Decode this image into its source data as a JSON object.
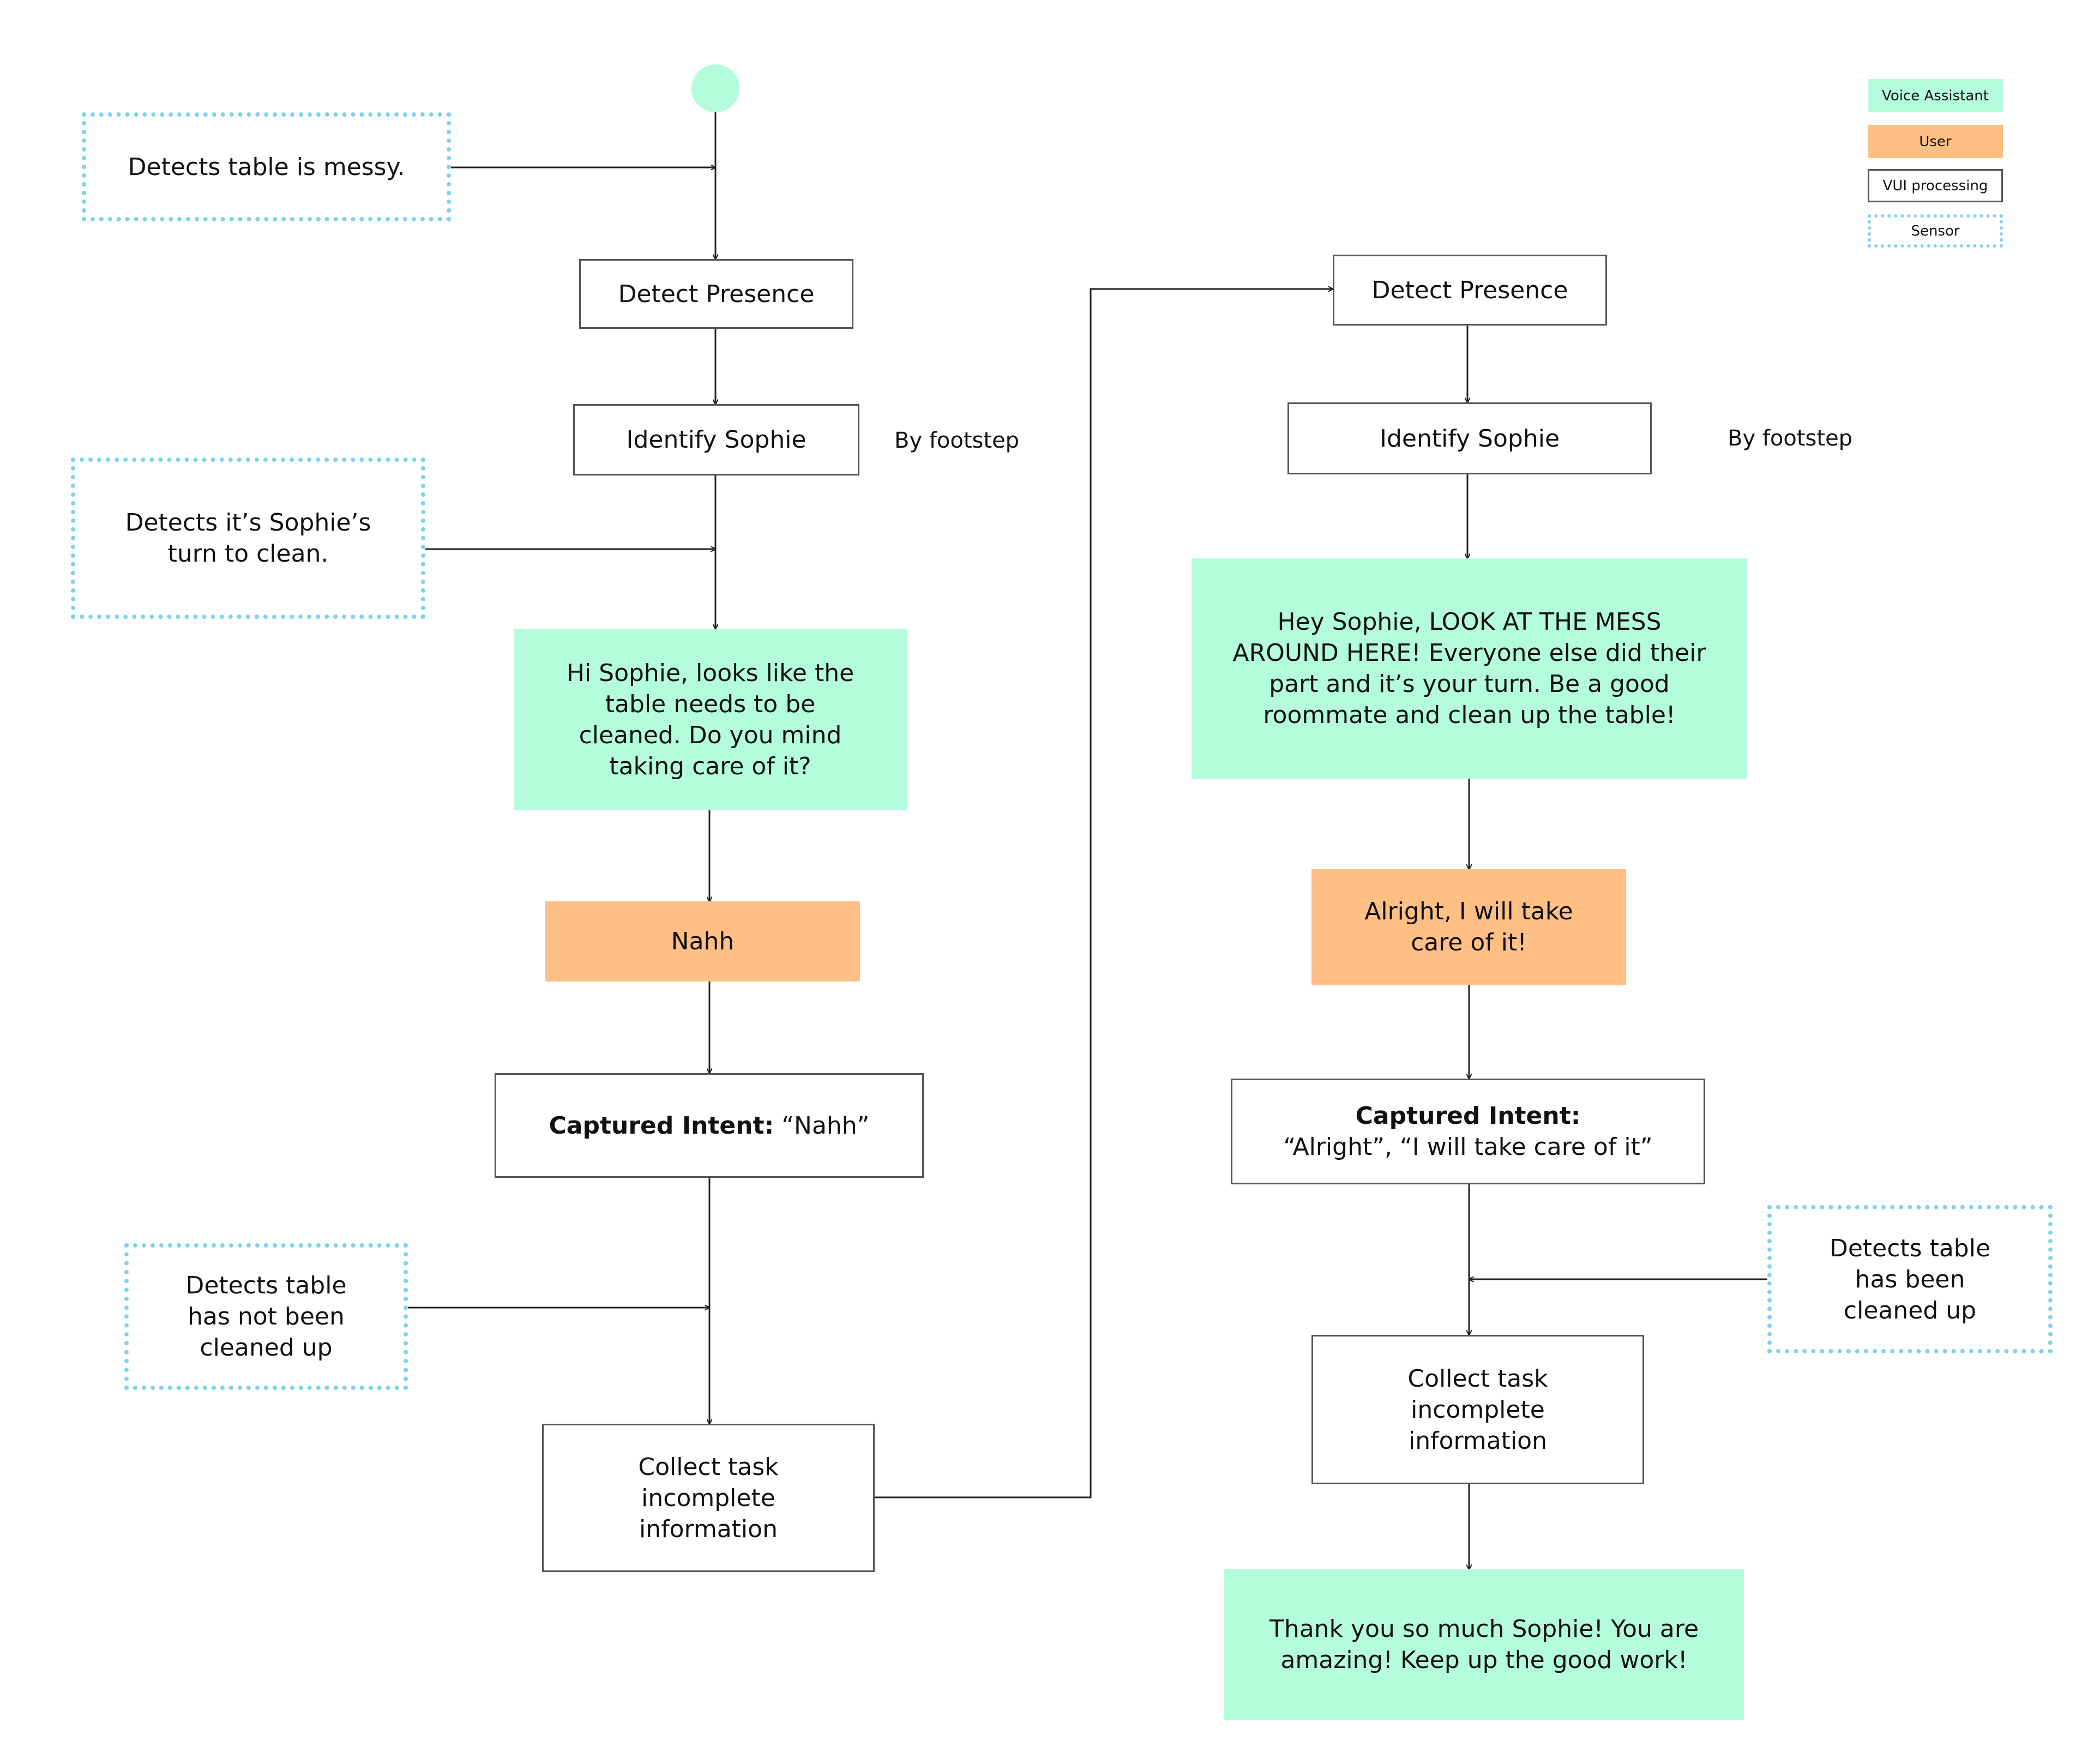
{
  "legend": {
    "voice_assistant": "Voice Assistant",
    "user": "User",
    "vui_processing": "VUI processing",
    "sensor": "Sensor"
  },
  "colors": {
    "voice_assistant": "#b3fcdc",
    "user": "#ffbf85",
    "vui_border": "#555555",
    "sensor_border": "#7dd3ee"
  },
  "left_flow": {
    "sensor_messy": "Detects table is messy.",
    "detect_presence": "Detect Presence",
    "identify_sophie": "Identify Sophie",
    "by_footstep": "By footstep",
    "sensor_turn": [
      "Detects it’s Sophie’s",
      "turn to clean."
    ],
    "assistant_prompt": [
      "Hi Sophie, looks like the",
      "table needs to be",
      "cleaned. Do you mind",
      "taking care of it?"
    ],
    "user_reply": "Nahh",
    "intent_label": "Captured Intent:",
    "intent_value": "“Nahh”",
    "sensor_not_cleaned": [
      "Detects table",
      "has not been",
      "cleaned up"
    ],
    "collect": [
      "Collect task",
      "incomplete",
      "information"
    ]
  },
  "right_flow": {
    "detect_presence": "Detect Presence",
    "identify_sophie": "Identify Sophie",
    "by_footstep": "By footstep",
    "assistant_prompt": [
      "Hey Sophie, LOOK AT THE MESS",
      "AROUND HERE! Everyone else did their",
      "part and it’s your turn. Be a good",
      "roommate and clean up the table!"
    ],
    "user_reply": [
      "Alright, I will take",
      "care of it!"
    ],
    "intent_label": "Captured Intent:",
    "intent_value": "“Alright”, “I will take care of it”",
    "sensor_cleaned": [
      "Detects table",
      "has been",
      "cleaned up"
    ],
    "collect": [
      "Collect task",
      "incomplete",
      "information"
    ],
    "assistant_thanks": [
      "Thank you so much Sophie! You are",
      "amazing! Keep up the good work!"
    ]
  }
}
